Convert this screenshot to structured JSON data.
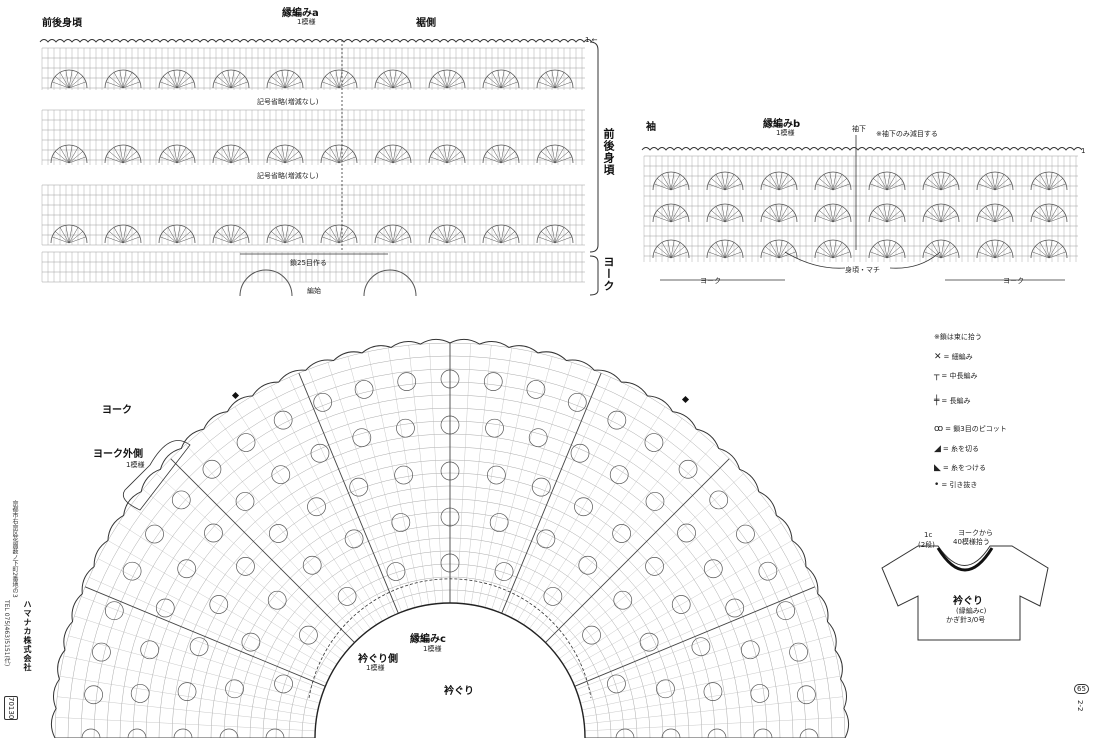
{
  "body_chart": {
    "title": "前後身頃",
    "edge_label": "縁編みa",
    "edge_repeat": "1模様",
    "hem_label": "裾側",
    "omit_note_1": "記号省略(増減なし)",
    "omit_note_2": "記号省略(増減なし)",
    "side_label": "前後身頃",
    "yoke_side_label": "ヨーク",
    "chain_label": "鎖25目作る",
    "start_label": "編始",
    "row_marker": "1 ←"
  },
  "sleeve_chart": {
    "title": "袖",
    "edge_label": "縁編みb",
    "edge_repeat": "1模様",
    "underarm_label": "袖下",
    "underarm_note": "※袖下のみ減目する",
    "gusset_label": "身頃・マチ",
    "yoke_left": "ヨーク",
    "yoke_right": "ヨーク",
    "row_marker": "1"
  },
  "yoke_chart": {
    "title": "ヨーク",
    "outer_label": "ヨーク外側",
    "outer_repeat": "1模様",
    "edge_label": "縁編みc",
    "edge_repeat": "1模様",
    "neck_side": "衿ぐり側",
    "neck_side_repeat": "1模様",
    "neck_center": "衿ぐり"
  },
  "legend": {
    "note": "※鎖は束に拾う",
    "items": [
      {
        "symbol": "✕",
        "label": "= 細編み"
      },
      {
        "symbol": "┬",
        "label": "= 中長編み"
      },
      {
        "symbol": "╪",
        "label": "= 長編み"
      },
      {
        "symbol": "ꝏ",
        "label": "= 鎖3目のピコット"
      },
      {
        "symbol": "◢",
        "label": "= 糸を切る"
      },
      {
        "symbol": "◣",
        "label": "= 糸をつける"
      },
      {
        "symbol": "•",
        "label": "= 引き抜き"
      }
    ]
  },
  "neck_diagram": {
    "pick_label": "ヨークから",
    "pick_count": "40模様拾う",
    "rows_label": "1c",
    "rows_count": "(2段)",
    "title": "衿ぐり",
    "subtitle": "(縁編みc)",
    "hook": "かぎ針3/0号"
  },
  "publisher": {
    "company": "ハマナカ株式会社",
    "address": "京都市右京区花園薮ノ下町2番地の3",
    "tel": "TEL 075(463)5151(代)",
    "code": "70130",
    "page_num": "65",
    "page_sub": "2-2"
  }
}
